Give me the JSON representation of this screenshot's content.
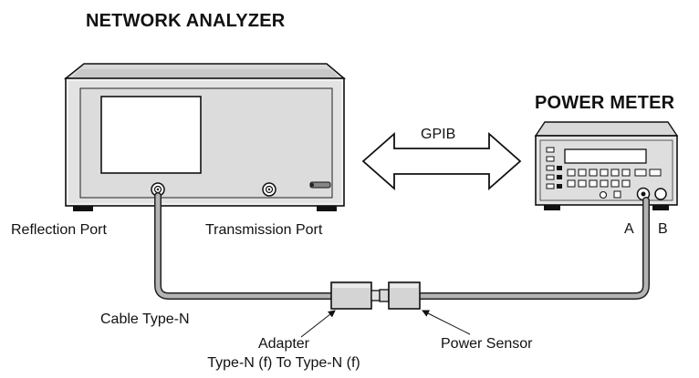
{
  "titles": {
    "network_analyzer": "NETWORK ANALYZER",
    "power_meter": "POWER METER"
  },
  "bus_label": "GPIB",
  "port_labels": {
    "reflection": "Reflection Port",
    "transmission": "Transmission Port"
  },
  "meter_channels": {
    "a": "A",
    "b": "B"
  },
  "callouts": {
    "cable": "Cable Type-N",
    "adapter_line1": "Adapter",
    "adapter_line2": "Type-N (f) To Type-N (f)",
    "power_sensor": "Power Sensor"
  },
  "icons": {
    "analyzer": "network-analyzer-illustration",
    "meter": "power-meter-illustration",
    "bus": "double-arrow-icon",
    "adapter": "coax-adapter-icon",
    "sensor": "power-sensor-icon"
  }
}
